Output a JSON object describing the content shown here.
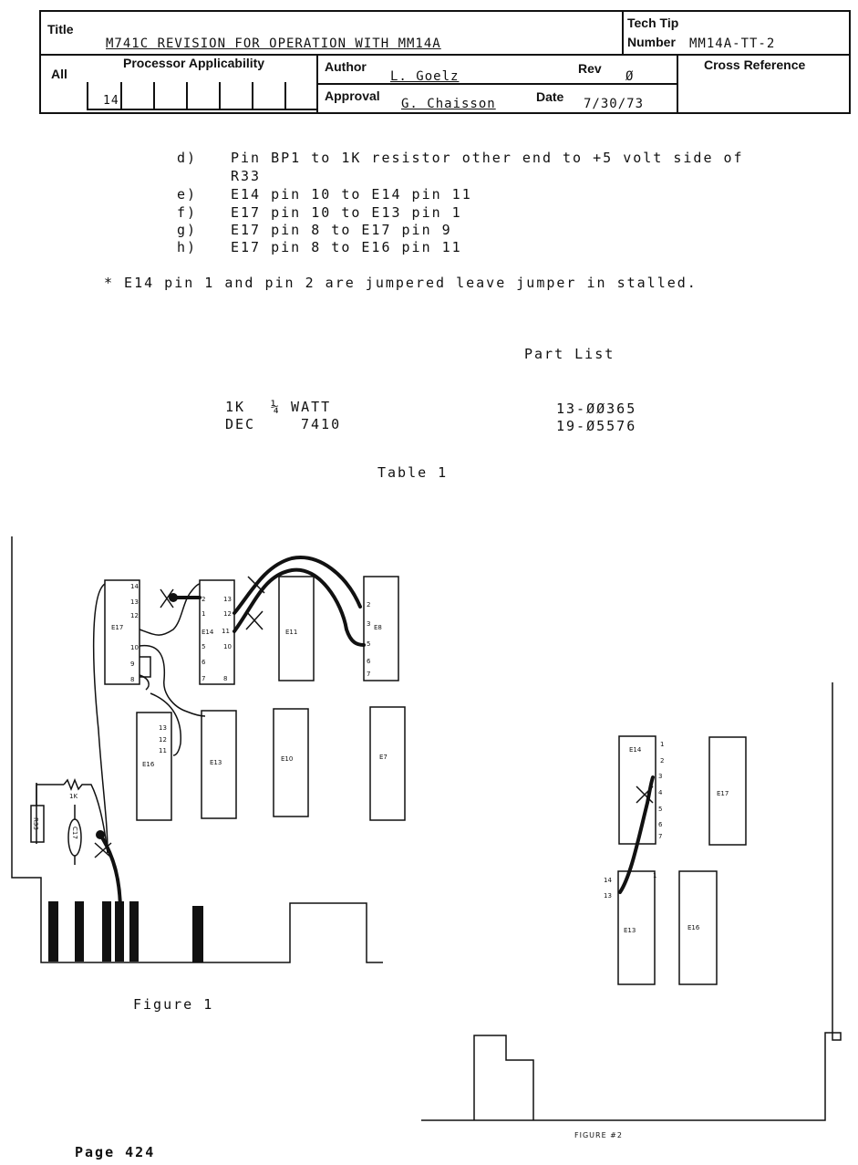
{
  "header": {
    "title_label": "Title",
    "title_value": "M741C REVISION FOR OPERATION WITH MM14A",
    "tech_tip_label": "Tech Tip",
    "number_label": "Number",
    "number_value": "MM14A-TT-2",
    "processor_label": "Processor Applicability",
    "all_label": "All",
    "processor_value": "14",
    "author_label": "Author",
    "author_value": "L. Goelz",
    "rev_label": "Rev",
    "rev_value": "Ø",
    "approval_label": "Approval",
    "approval_value": "G. Chaisson",
    "date_label": "Date",
    "date_value": "7/30/73",
    "cross_ref_label": "Cross Reference"
  },
  "steps": [
    {
      "key": "d)",
      "text": "Pin BP1 to 1K resistor other end to +5 volt side of"
    },
    {
      "key": "",
      "text": "R33"
    },
    {
      "key": "e)",
      "text": "E14 pin 10 to E14 pin 11"
    },
    {
      "key": "f)",
      "text": "E17 pin 10 to E13 pin 1"
    },
    {
      "key": "g)",
      "text": "E17 pin 8 to E17 pin 9"
    },
    {
      "key": "h)",
      "text": "E17 pin 8 to E16 pin 11"
    }
  ],
  "note": "* E14 pin 1 and pin 2 are jumpered leave jumper in stalled.",
  "parts": {
    "heading": "Part List",
    "rows": [
      {
        "item": "1K",
        "spec": "¼ WATT",
        "number": "13-ØØ365"
      },
      {
        "item": "DEC",
        "spec": "7410",
        "number": "19-Ø5576"
      }
    ],
    "caption": "Table 1"
  },
  "figure1": {
    "caption": "Figure 1",
    "chips": {
      "e17": "E17",
      "e14": "E14",
      "e11": "E11",
      "e8": "E8",
      "e16": "E16",
      "e13": "E13",
      "e10": "E10",
      "e7": "E7"
    },
    "resistor_label": "1K",
    "r33_label": "R33",
    "c_label": "C17"
  },
  "figure2": {
    "caption": "FIGURE #2",
    "chips": {
      "e14": "E14",
      "e17": "E17",
      "e13": "E13",
      "e16": "E16"
    }
  },
  "page_label": "Page 424"
}
